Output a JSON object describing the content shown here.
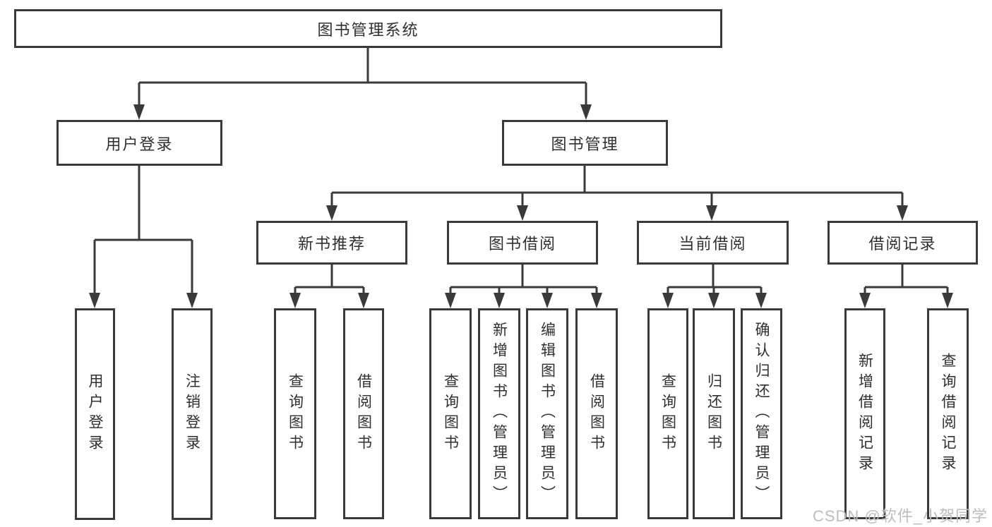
{
  "diagram": {
    "type": "hierarchy-tree",
    "root_label": "图书管理系统",
    "level2": {
      "user_login": "用户登录",
      "book_management": "图书管理"
    },
    "level3": {
      "new_book_recommend": "新书推荐",
      "book_borrowing": "图书借阅",
      "current_borrowing": "当前借阅",
      "borrowing_records": "借阅记录"
    },
    "leaves": {
      "login": [
        "用户登录",
        "注销登录"
      ],
      "recommend": [
        "查询图书",
        "借阅图书"
      ],
      "borrowing": [
        "查询图书",
        "新增图书（管理员）",
        "编辑图书（管理员）",
        "借阅图书"
      ],
      "current": [
        "查询图书",
        "归还图书",
        "确认归还（管理员）"
      ],
      "records": [
        "新增借阅记录",
        "查询借阅记录"
      ]
    },
    "colors": {
      "line": "#3a3a3a",
      "box_border": "#3a3a3a",
      "text": "#2f2f2f",
      "watermark": "#bdbdbd",
      "background": "#ffffff"
    }
  },
  "watermark_text": "CSDN @软件_小贺同学"
}
